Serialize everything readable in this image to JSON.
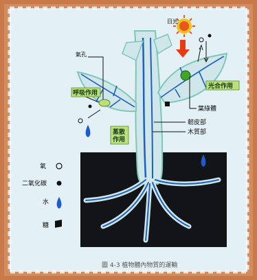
{
  "figure": {
    "labels": {
      "sun": "日光",
      "stoma": "氣孔",
      "respiration": "呼吸作用",
      "photosynthesis": "光合作用",
      "chloroplast": "葉綠體",
      "phloem": "韌皮部",
      "xylem": "木質部",
      "transpiration_1": "蒸散",
      "transpiration_2": "作用"
    },
    "legend": {
      "oxygen": "氧",
      "co2": "二氧化碳",
      "water": "水",
      "sugar": "糖"
    },
    "caption": "圖 4-3 植物體內物質的運輸"
  },
  "colors": {
    "frame": "#c87a4a",
    "background": "#e3f0f6",
    "soil": "#121417",
    "leaf_fill": "#cfe6ea",
    "vein": "#1f5fbf",
    "label_box": "#b9e07a",
    "water": "#1e5bd0",
    "arrow": "#e83a12"
  }
}
